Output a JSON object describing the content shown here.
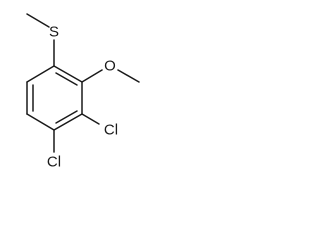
{
  "structure": {
    "atoms": {
      "sulfur": "S",
      "oxygen": "O",
      "chlorine_1": "Cl",
      "chlorine_2": "Cl"
    },
    "colors": {
      "ink": "#1a1a1a",
      "background": "#ffffff"
    }
  }
}
